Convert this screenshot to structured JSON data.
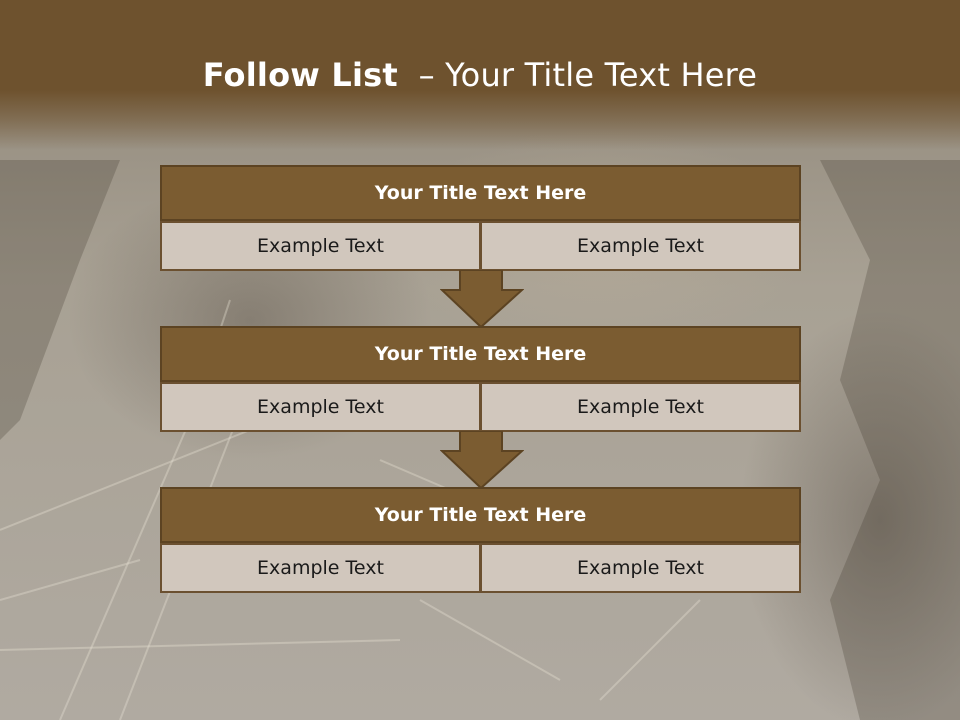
{
  "slide": {
    "title_bold": "Follow List",
    "title_rest": "– Your Title Text Here",
    "blocks": [
      {
        "title": "Your Title Text Here",
        "left_text": "Example Text",
        "right_text": "Example Text"
      },
      {
        "title": "Your Title Text Here",
        "left_text": "Example Text",
        "right_text": "Example Text"
      },
      {
        "title": "Your Title Text Here",
        "left_text": "Example Text",
        "right_text": "Example Text"
      }
    ]
  },
  "colors": {
    "header_brown": "#6e522e",
    "block_title_fill": "#7b5c31",
    "cell_fill": "#d1c7bd",
    "arrow_fill": "#7b5c31"
  }
}
